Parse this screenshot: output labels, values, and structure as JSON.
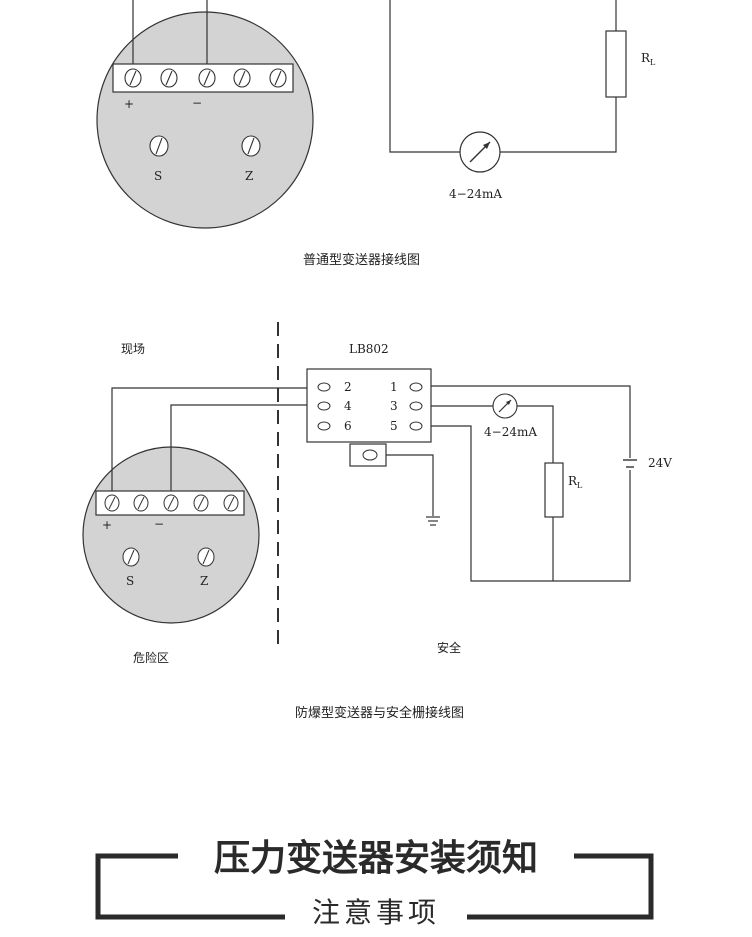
{
  "diagram1": {
    "caption": "普通型变送器接线图",
    "plus": "+",
    "minus": "−",
    "s_label": "S",
    "z_label": "Z",
    "resistor": "R",
    "resistor_sub": "L",
    "meter_label": "4−24mA"
  },
  "diagram2": {
    "caption": "防爆型变送器与安全栅接线图",
    "field_label": "现场",
    "hazard_label": "危险区",
    "safe_label": "安全",
    "barrier_model": "LB802",
    "terminals_left": [
      "2",
      "4",
      "6"
    ],
    "terminals_right": [
      "1",
      "3",
      "5"
    ],
    "meter_label": "4−24mA",
    "resistor": "R",
    "resistor_sub": "L",
    "voltage": "24V",
    "plus": "+",
    "minus": "−",
    "s_label": "S",
    "z_label": "Z"
  },
  "section": {
    "title": "压力变送器安装须知",
    "subtitle": "注意事项"
  }
}
